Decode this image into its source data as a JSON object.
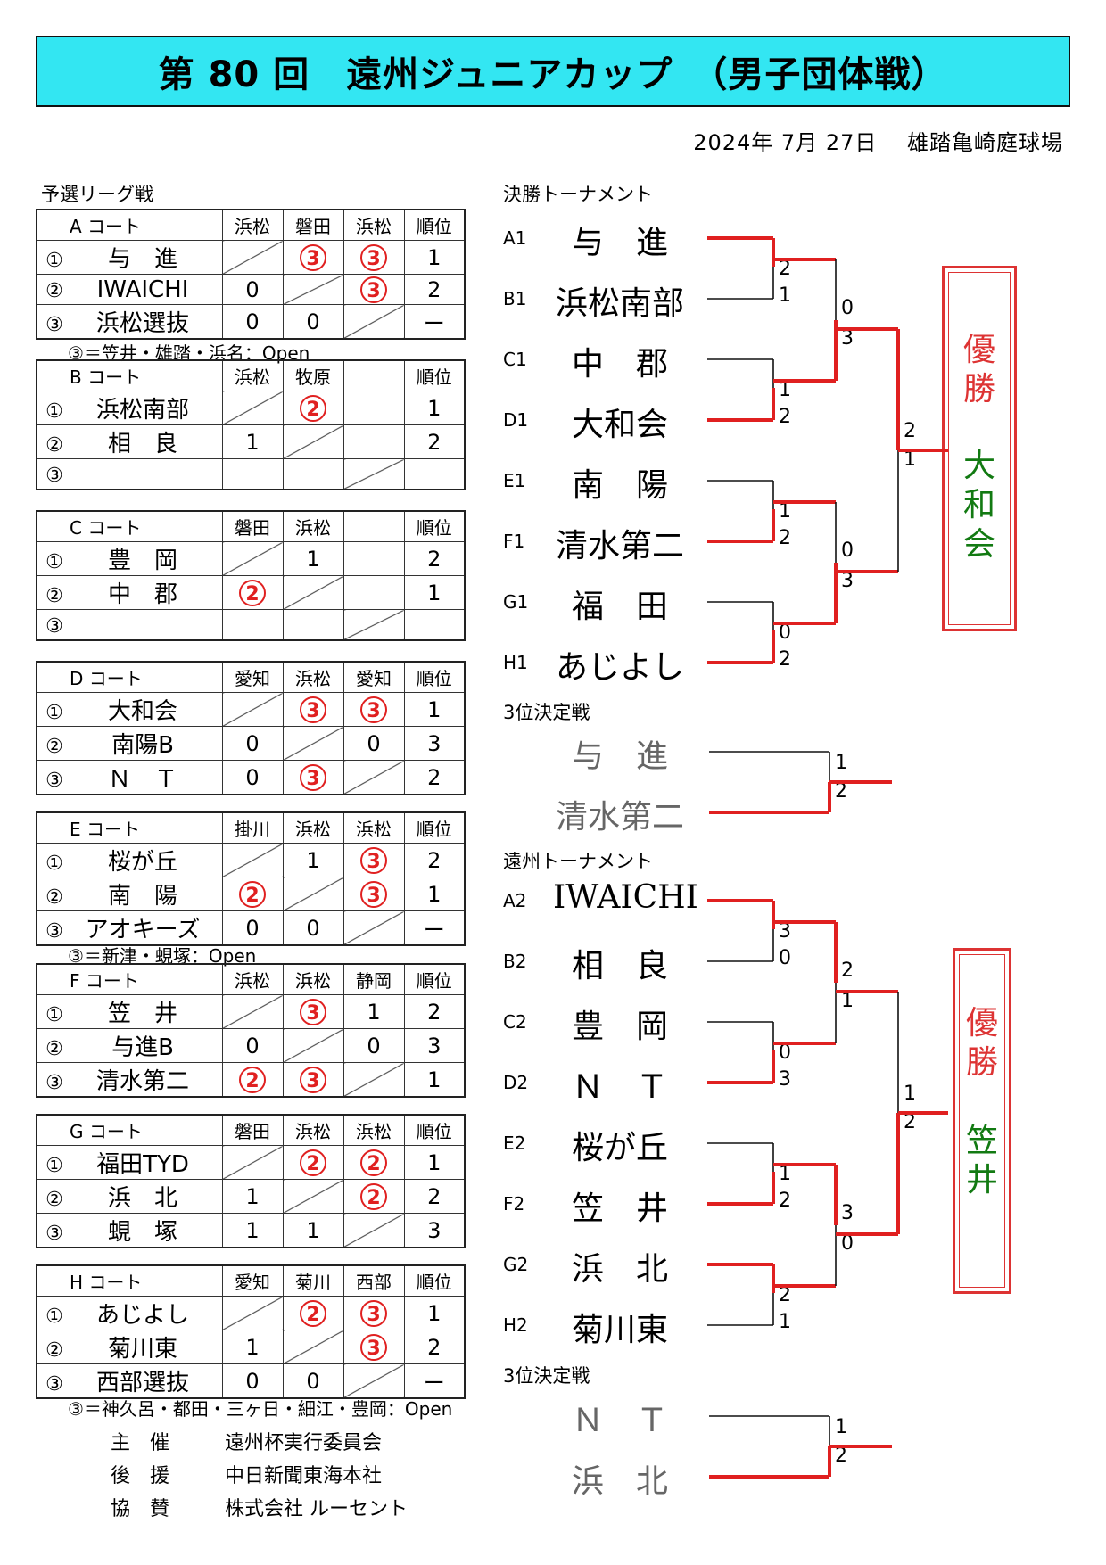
{
  "title": "第 80 回　遠州ジュニアカップ　（男子団体戦）",
  "dateline": "2024年 7月 27日　 雄踏亀崎庭球場",
  "league_title": "予選リーグ戦",
  "leagues": [
    {
      "court": "A コート",
      "h1": "浜松",
      "h2": "磐田",
      "h3": "浜松",
      "h4": "順位",
      "r": [
        {
          "n": "①",
          "t": "与　進",
          "c1": "",
          "c2": "③",
          "c3": "③",
          "rk": "1"
        },
        {
          "n": "②",
          "t": "IWAICHI",
          "c1": "0",
          "c2": "",
          "c3": "③",
          "rk": "2"
        },
        {
          "n": "③",
          "t": "浜松選抜",
          "c1": "0",
          "c2": "0",
          "c3": "",
          "rk": "ー"
        }
      ],
      "note": "③＝笠井・雄踏・浜名：Open"
    },
    {
      "court": "B コート",
      "h1": "浜松",
      "h2": "牧原",
      "h3": "",
      "h4": "順位",
      "r": [
        {
          "n": "①",
          "t": "浜松南部",
          "c1": "",
          "c2": "②",
          "c3": "",
          "rk": "1"
        },
        {
          "n": "②",
          "t": "相　良",
          "c1": "1",
          "c2": "",
          "c3": "",
          "rk": "2"
        },
        {
          "n": "③",
          "t": "",
          "c1": "",
          "c2": "",
          "c3": "",
          "rk": ""
        }
      ]
    },
    {
      "court": "C コート",
      "h1": "磐田",
      "h2": "浜松",
      "h3": "",
      "h4": "順位",
      "r": [
        {
          "n": "①",
          "t": "豊　岡",
          "c1": "",
          "c2": "1",
          "c3": "",
          "rk": "2"
        },
        {
          "n": "②",
          "t": "中　郡",
          "c1": "②",
          "c2": "",
          "c3": "",
          "rk": "1"
        },
        {
          "n": "③",
          "t": "",
          "c1": "",
          "c2": "",
          "c3": "",
          "rk": ""
        }
      ]
    },
    {
      "court": "D コート",
      "h1": "愛知",
      "h2": "浜松",
      "h3": "愛知",
      "h4": "順位",
      "r": [
        {
          "n": "①",
          "t": "大和会",
          "c1": "",
          "c2": "③",
          "c3": "③",
          "rk": "1"
        },
        {
          "n": "②",
          "t": "南陽B",
          "c1": "0",
          "c2": "",
          "c3": "0",
          "rk": "3"
        },
        {
          "n": "③",
          "t": "Ｎ　Ｔ",
          "c1": "0",
          "c2": "③",
          "c3": "",
          "rk": "2"
        }
      ]
    },
    {
      "court": "E コート",
      "h1": "掛川",
      "h2": "浜松",
      "h3": "浜松",
      "h4": "順位",
      "r": [
        {
          "n": "①",
          "t": "桜が丘",
          "c1": "",
          "c2": "1",
          "c3": "③",
          "rk": "2"
        },
        {
          "n": "②",
          "t": "南　陽",
          "c1": "②",
          "c2": "",
          "c3": "③",
          "rk": "1"
        },
        {
          "n": "③",
          "t": "アオキーズ",
          "c1": "0",
          "c2": "0",
          "c3": "",
          "rk": "ー"
        }
      ],
      "note": "③＝新津・蜆塚：Open"
    },
    {
      "court": "F コート",
      "h1": "浜松",
      "h2": "浜松",
      "h3": "静岡",
      "h4": "順位",
      "r": [
        {
          "n": "①",
          "t": "笠　井",
          "c1": "",
          "c2": "③",
          "c3": "1",
          "rk": "2"
        },
        {
          "n": "②",
          "t": "与進B",
          "c1": "0",
          "c2": "",
          "c3": "0",
          "rk": "3"
        },
        {
          "n": "③",
          "t": "清水第二",
          "c1": "②",
          "c2": "③",
          "c3": "",
          "rk": "1"
        }
      ]
    },
    {
      "court": "G コート",
      "h1": "磐田",
      "h2": "浜松",
      "h3": "浜松",
      "h4": "順位",
      "r": [
        {
          "n": "①",
          "t": "福田TYD",
          "c1": "",
          "c2": "②",
          "c3": "②",
          "rk": "1"
        },
        {
          "n": "②",
          "t": "浜　北",
          "c1": "1",
          "c2": "",
          "c3": "②",
          "rk": "2"
        },
        {
          "n": "③",
          "t": "蜆　塚",
          "c1": "1",
          "c2": "1",
          "c3": "",
          "rk": "3"
        }
      ]
    },
    {
      "court": "H コート",
      "h1": "愛知",
      "h2": "菊川",
      "h3": "西部",
      "h4": "順位",
      "r": [
        {
          "n": "①",
          "t": "あじよし",
          "c1": "",
          "c2": "②",
          "c3": "③",
          "rk": "1"
        },
        {
          "n": "②",
          "t": "菊川東",
          "c1": "1",
          "c2": "",
          "c3": "③",
          "rk": "2"
        },
        {
          "n": "③",
          "t": "西部選抜",
          "c1": "0",
          "c2": "0",
          "c3": "",
          "rk": "ー"
        }
      ],
      "note": "③＝神久呂・都田・三ヶ日・細江・豊岡：Open"
    }
  ],
  "organizers": [
    {
      "role": "主　催",
      "name": "遠州杯実行委員会"
    },
    {
      "role": "後　援",
      "name": "中日新聞東海本社"
    },
    {
      "role": "協　賛",
      "name": "株式会社 ルーセント"
    }
  ],
  "final_title": "決勝トーナメント",
  "final_teams": [
    {
      "slot": "A1",
      "team": "与　進"
    },
    {
      "slot": "B1",
      "team": "浜松南部"
    },
    {
      "slot": "C1",
      "team": "中　郡"
    },
    {
      "slot": "D1",
      "team": "大和会"
    },
    {
      "slot": "E1",
      "team": "南　陽"
    },
    {
      "slot": "F1",
      "team": "清水第二"
    },
    {
      "slot": "G1",
      "team": "福　田"
    },
    {
      "slot": "H1",
      "team": "あじよし"
    }
  ],
  "final_scores": {
    "r1": [
      "2",
      "1",
      "1",
      "2",
      "1",
      "2",
      "0",
      "2"
    ],
    "r2": [
      "0",
      "3",
      "0",
      "3"
    ],
    "r3": [
      "2",
      "1"
    ]
  },
  "champion_label": "優勝",
  "final_champion": "大和会",
  "third1_title": "3位決定戦",
  "third1_teams": [
    "与　進",
    "清水第二"
  ],
  "third1_scores": [
    "1",
    "2"
  ],
  "enshu_title": "遠州トーナメント",
  "enshu_teams": [
    {
      "slot": "A2",
      "team": "IWAICHI"
    },
    {
      "slot": "B2",
      "team": "相　良"
    },
    {
      "slot": "C2",
      "team": "豊　岡"
    },
    {
      "slot": "D2",
      "team": "Ｎ　Ｔ"
    },
    {
      "slot": "E2",
      "team": "桜が丘"
    },
    {
      "slot": "F2",
      "team": "笠　井"
    },
    {
      "slot": "G2",
      "team": "浜　北"
    },
    {
      "slot": "H2",
      "team": "菊川東"
    }
  ],
  "enshu_scores": {
    "r1": [
      "3",
      "0",
      "0",
      "3",
      "1",
      "2",
      "2",
      "1"
    ],
    "r2": [
      "2",
      "1",
      "3",
      "0"
    ],
    "r3": [
      "1",
      "2"
    ]
  },
  "enshu_champion": "笠井",
  "third2_title": "3位決定戦",
  "third2_teams": [
    "Ｎ　Ｔ",
    "浜　北"
  ],
  "third2_scores": [
    "1",
    "2"
  ],
  "colors": {
    "banner": "#33e6f2",
    "win": "#e02020",
    "bracket_win": "#e02020",
    "champion_text": "#127a12"
  }
}
